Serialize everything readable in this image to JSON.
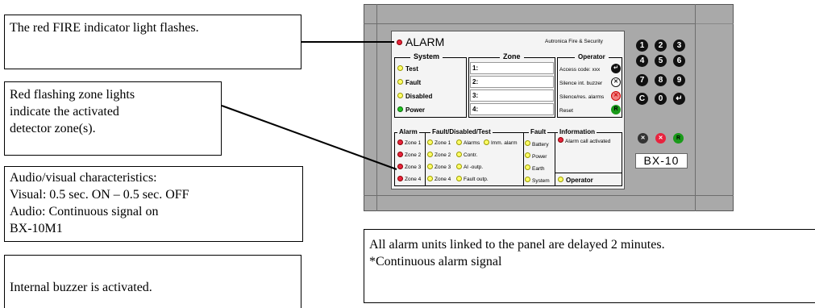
{
  "notes": {
    "fire_light": "The red FIRE indicator light flashes.",
    "zone_lights": [
      "Red flashing zone lights",
      "indicate the activated",
      "detector zone(s)."
    ],
    "audio_visual": [
      "Audio/visual characteristics:",
      "Visual: 0.5 sec. ON – 0.5 sec. OFF",
      "Audio: Continuous signal on",
      "BX-10M1"
    ],
    "buzzer": "Internal buzzer is activated.",
    "alarm_units": [
      "All alarm units linked to the panel are delayed 2 minutes.",
      "*Continuous alarm signal"
    ]
  },
  "panel": {
    "alarm_label": "ALARM",
    "brand": "Autronica Fire & Security",
    "model": "BX-10",
    "system": {
      "header": "System",
      "items": [
        "Test",
        "Fault",
        "Disabled",
        "Power"
      ]
    },
    "zone": {
      "header": "Zone",
      "fields": [
        "1:",
        "2:",
        "3:",
        "4:"
      ]
    },
    "operator": {
      "header": "Operator",
      "items": [
        "Access code: xxx",
        "Silence int. buzzer",
        "Silence/res. alarms",
        "Reset"
      ]
    },
    "alarm": {
      "header": "Alarm",
      "zones": [
        "Zone 1",
        "Zone 2",
        "Zone 3",
        "Zone 4"
      ]
    },
    "fdt": {
      "header": "Fault/Disabled/Test",
      "col1": [
        "Zone 1",
        "Zone 2",
        "Zone 3",
        "Zone 4"
      ],
      "col2": [
        "Alarms",
        "Contr.",
        "Al -outp.",
        "Fault outp."
      ],
      "extra": "Imm. alarm"
    },
    "fault": {
      "header": "Fault",
      "items": [
        "Battery",
        "Power",
        "Earth",
        "System"
      ]
    },
    "information": {
      "header": "Information",
      "item": "Alarm call activated",
      "footer": "Operator"
    },
    "keypad": [
      "1",
      "2",
      "3",
      "4",
      "5",
      "6",
      "7",
      "8",
      "9",
      "C",
      "0",
      "↵"
    ],
    "colors": {
      "red_led": "#e8233e",
      "yellow_led": "#ffff66",
      "green_led": "#22c322",
      "frame": "#a9a9a9"
    }
  }
}
